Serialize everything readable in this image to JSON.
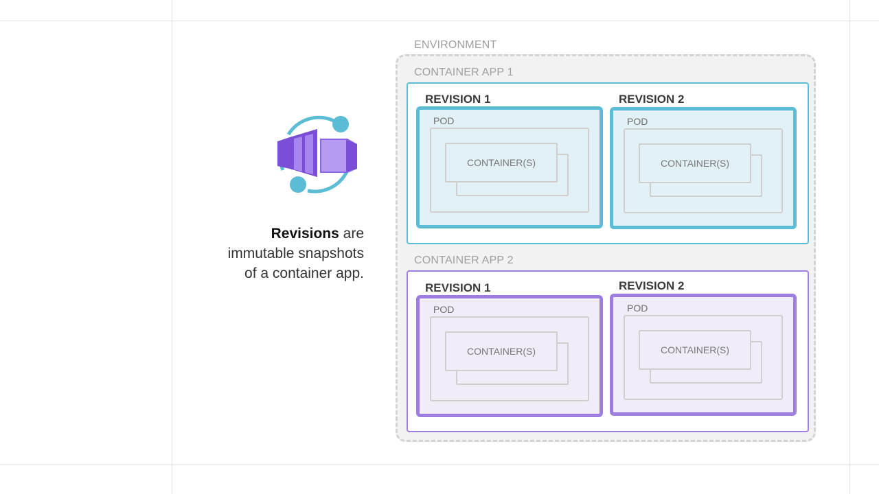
{
  "caption": {
    "bold": "Revisions",
    "rest_line1": " are",
    "line2": "immutable snapshots",
    "line3": "of a container app."
  },
  "diagram": {
    "environment_label": "ENVIRONMENT",
    "apps": [
      {
        "label": "CONTAINER APP 1",
        "revisions": [
          {
            "title": "REVISION 1",
            "pod_label": "POD",
            "container_label": "CONTAINER(S)"
          },
          {
            "title": "REVISION 2",
            "pod_label": "POD",
            "container_label": "CONTAINER(S)"
          }
        ]
      },
      {
        "label": "CONTAINER APP 2",
        "revisions": [
          {
            "title": "REVISION 1",
            "pod_label": "POD",
            "container_label": "CONTAINER(S)"
          },
          {
            "title": "REVISION 2",
            "pod_label": "POD",
            "container_label": "CONTAINER(S)"
          }
        ]
      }
    ]
  },
  "colors": {
    "app1_accent": "#5bbcd6",
    "app2_accent": "#9d7ee0",
    "environment_border": "#d3d3d3"
  },
  "icons": [
    "container-apps-logo-icon"
  ]
}
